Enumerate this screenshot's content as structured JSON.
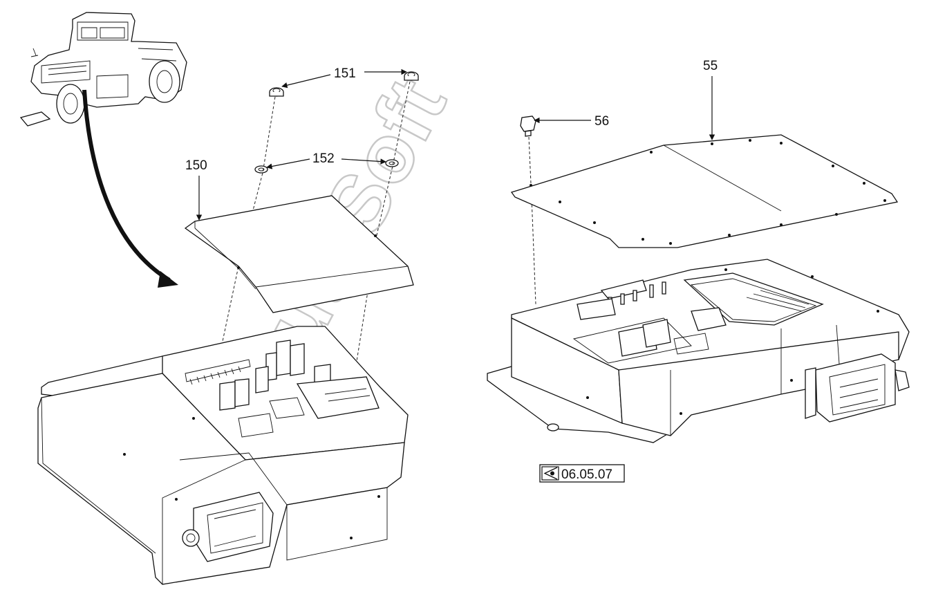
{
  "callouts": {
    "c151": "151",
    "c152": "152",
    "c150": "150",
    "c55": "55",
    "c56": "56"
  },
  "reference": "06.05.07",
  "watermark": "AutoSoft",
  "icons": [
    "machine-thumbnail-icon",
    "view-reference-icon"
  ]
}
